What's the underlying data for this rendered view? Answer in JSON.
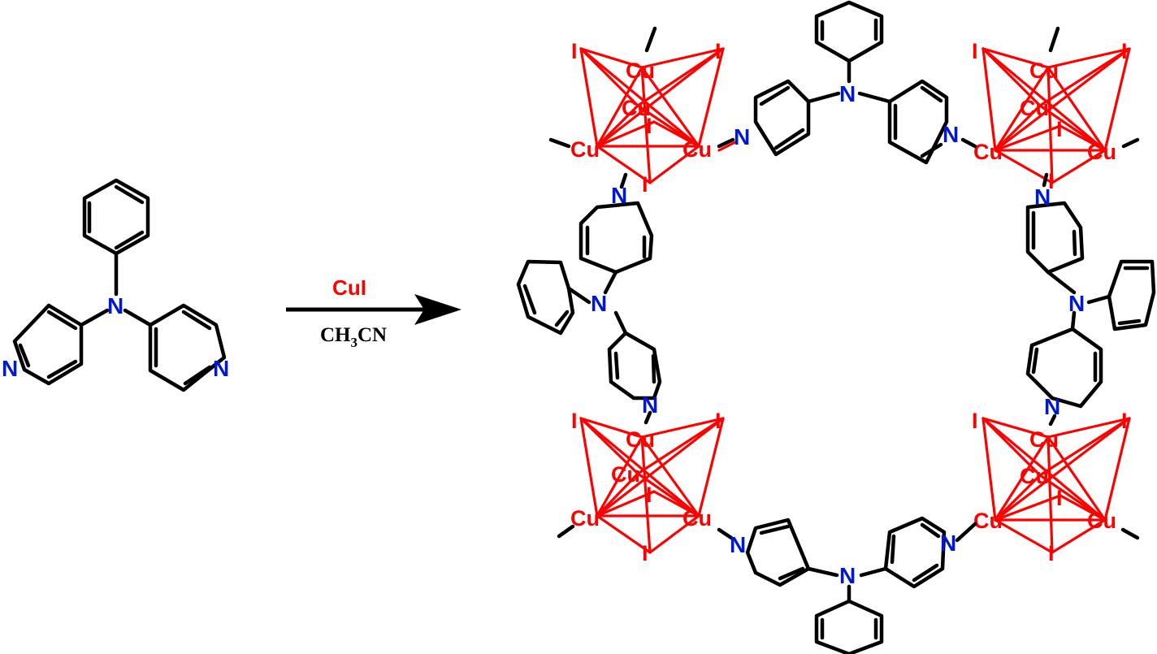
{
  "colors": {
    "bond": "#000000",
    "nitrogen": "#0018d6",
    "copper_iodide": "#ff0000"
  },
  "atoms": {
    "nitrogen": "N",
    "copper": "Cu",
    "iodine": "I"
  },
  "reaction": {
    "reagent": "CuI",
    "solvent_main": "CH",
    "solvent_sub": "3",
    "solvent_tail": "CN"
  },
  "ligand": {
    "name_icon": "tri-aryl-amine-ligand"
  },
  "product": {
    "clusters": 4,
    "bridging_ligands": 4
  }
}
